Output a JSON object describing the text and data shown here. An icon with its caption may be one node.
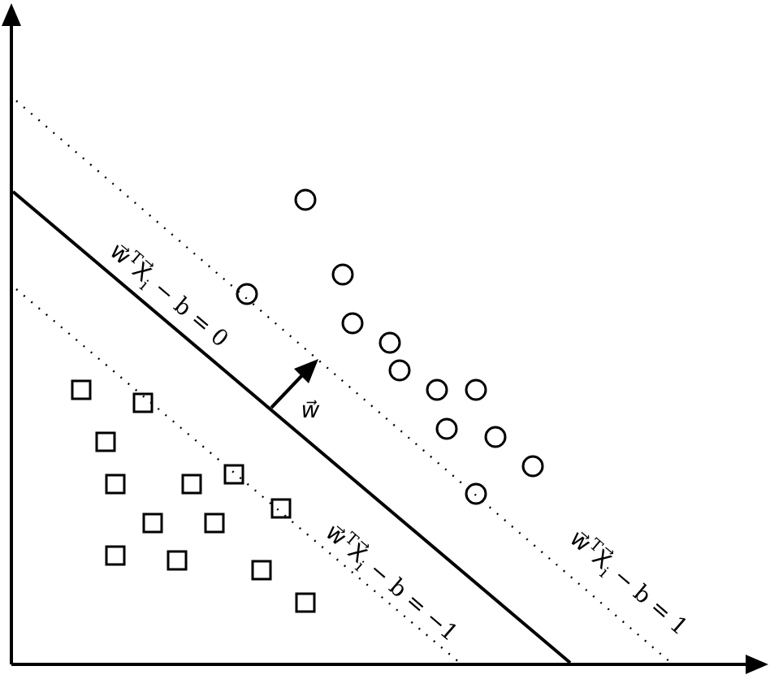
{
  "diagram": {
    "labels": [
      "w⃗$^{T}$X⃗$_{i}$ − b = 0",
      "w⃗",
      "w⃗$^{T}$X⃗$_{i}$ − b = −1",
      "w⃗$^{T}$X⃗$_{i}$ − b = 1"
    ]
  }
}
